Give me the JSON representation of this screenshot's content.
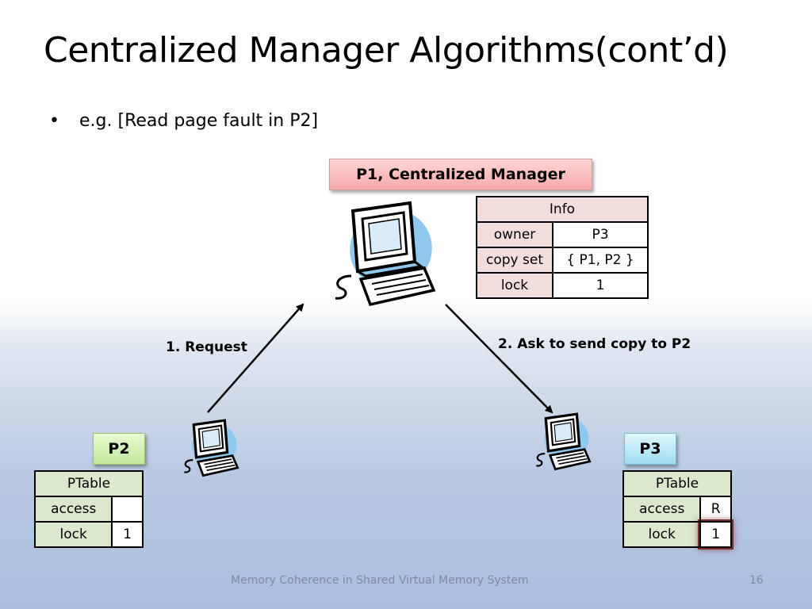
{
  "slide": {
    "title": "Centralized Manager Algorithms(cont’d)",
    "bullet_symbol": "•",
    "bullet": "e.g. [Read page fault in P2]",
    "footer": "Memory Coherence in Shared Virtual Memory System",
    "page_number": "16"
  },
  "manager": {
    "label": "P1, Centralized Manager",
    "info": {
      "header": "Info",
      "rows": [
        {
          "key": "owner",
          "value": "P3"
        },
        {
          "key": "copy set",
          "value": "{ P1, P2 }"
        },
        {
          "key": "lock",
          "value": "1"
        }
      ]
    }
  },
  "p2": {
    "label": "P2",
    "ptable": {
      "header": "PTable",
      "rows": [
        {
          "key": "access",
          "value": ""
        },
        {
          "key": "lock",
          "value": "1"
        }
      ]
    }
  },
  "p3": {
    "label": "P3",
    "ptable": {
      "header": "PTable",
      "rows": [
        {
          "key": "access",
          "value": "R"
        },
        {
          "key": "lock",
          "value": "1"
        }
      ]
    }
  },
  "edges": {
    "request": "1. Request",
    "ask": "2. Ask to send copy to P2"
  },
  "colors": {
    "manager_fill": "#f6a8a8",
    "p2_fill": "#bfe89a",
    "p3_fill": "#9edcf0",
    "highlight": "#7a2f2f"
  },
  "icons": {
    "manager_computer": "computer-icon",
    "p2_computer": "computer-icon",
    "p3_computer": "computer-icon"
  }
}
